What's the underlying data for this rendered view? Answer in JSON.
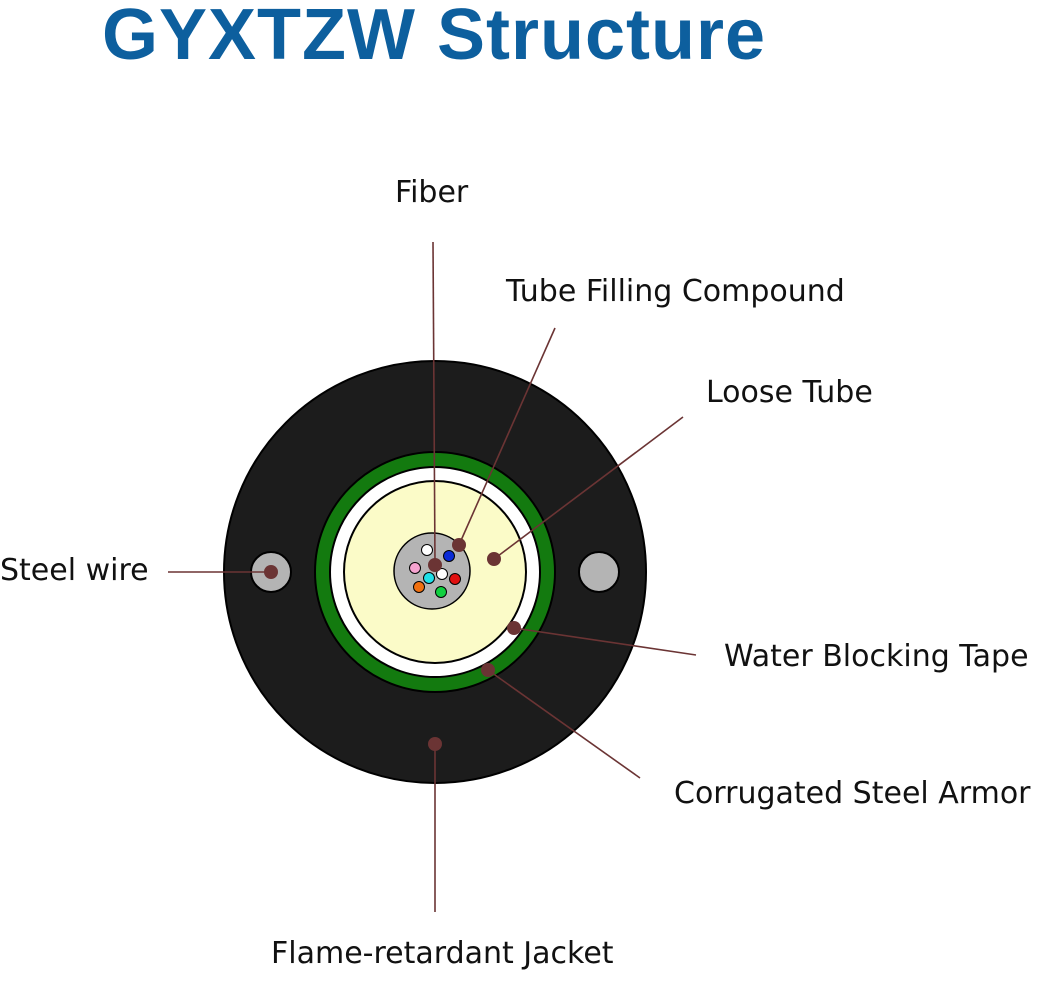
{
  "title": "GYXTZW Structure",
  "labels": {
    "fiber": "Fiber",
    "tube_filling": "Tube Filling Compound",
    "loose_tube": "Loose Tube",
    "steel_wire": "Steel wire",
    "water_blocking": "Water Blocking Tape",
    "armor": "Corrugated Steel Armor",
    "jacket": "Flame-retardant Jacket"
  },
  "colors": {
    "title": "#0d5f9e",
    "jacket": "#1c1c1c",
    "armor": "#137a0f",
    "water_blocking_tape": "#ffffff",
    "loose_tube": "#fbfbc8",
    "filling_compound": "#b4b4b4",
    "steel_wire": "#b4b4b4",
    "leader": "#6b3434"
  },
  "fiber_colors": [
    "#ffffff",
    "#0a2ad6",
    "#f5a3d0",
    "#1ee0e8",
    "#ffffff",
    "#e01010",
    "#f07010",
    "#10d040"
  ]
}
